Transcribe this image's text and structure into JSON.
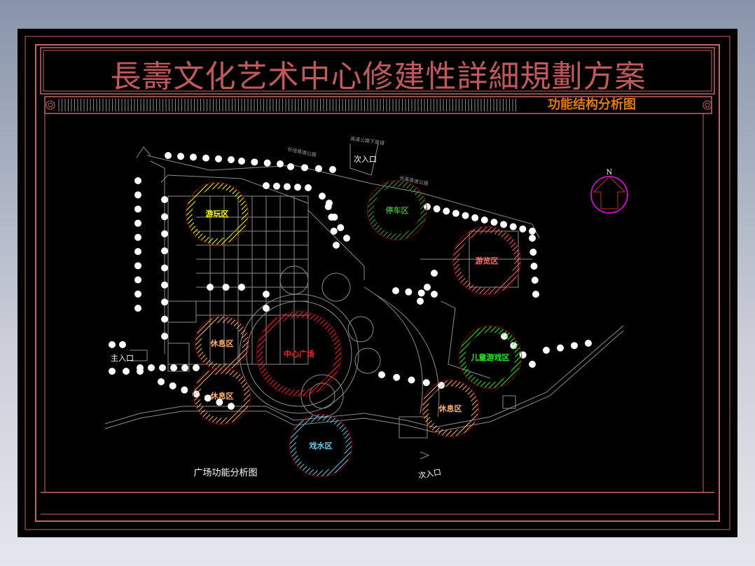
{
  "title": "長壽文化艺术中心修建性詳細規劃方案",
  "subtitle": "功能结构分析图",
  "plan_caption": "广场功能分析图",
  "north_label": "N",
  "entrances": {
    "main": "主入口",
    "secondary_top": "次入口",
    "secondary_bottom": "次入口"
  },
  "road_labels": {
    "road_left": "长培高速公路",
    "underpass": "高速公路下穿道",
    "road_right": "长高高速公路"
  },
  "zones": [
    {
      "label": "游玩区",
      "color": "#ffff00"
    },
    {
      "label": "停车区",
      "color": "#3aa03a"
    },
    {
      "label": "游览区",
      "color": "#ff6b6b"
    },
    {
      "label": "休息区",
      "color": "#ffb070"
    },
    {
      "label": "中心广场",
      "color": "#ff2020"
    },
    {
      "label": "休息区",
      "color": "#ffb070"
    },
    {
      "label": "儿童游戏区",
      "color": "#22ee22"
    },
    {
      "label": "休息区",
      "color": "#ffb070"
    },
    {
      "label": "戏水区",
      "color": "#66ccee"
    }
  ],
  "colors": {
    "frame": "#c86464",
    "linework": "#8c8c8c",
    "background": "#000000",
    "north_circle": "#ff00ff"
  }
}
